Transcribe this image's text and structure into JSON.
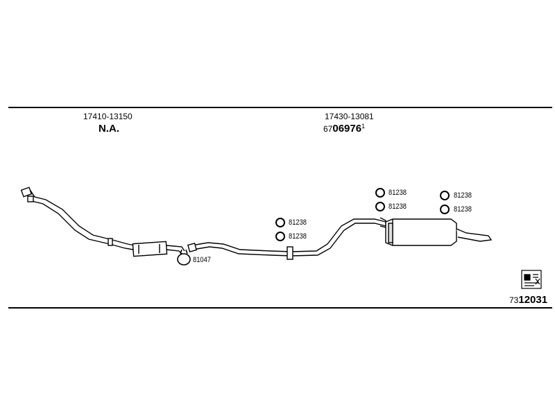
{
  "header": {
    "left": {
      "code": "17410-13150",
      "status": "N.A."
    },
    "right": {
      "code": "17430-13081",
      "prefix": "67",
      "number": "06976",
      "suffix": "1"
    }
  },
  "labels": {
    "front_ring": "81047",
    "mid_ring_top": "81238",
    "mid_ring_bottom": "81238",
    "rear_left_top": "81238",
    "rear_left_bottom": "81238",
    "rear_right_top": "81238",
    "rear_right_bottom": "81238"
  },
  "footer": {
    "prefix": "73",
    "number": "12031"
  },
  "icons": {
    "catalog": "parts-catalog-icon"
  }
}
